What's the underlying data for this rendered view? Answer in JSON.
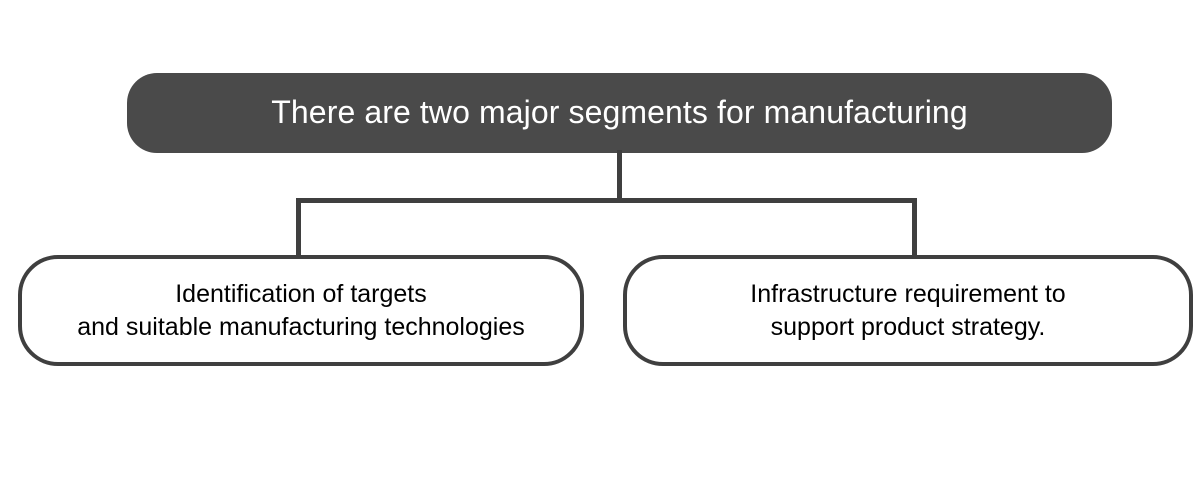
{
  "diagram": {
    "type": "org-tree",
    "background_color": "#ffffff",
    "root": {
      "label": "There are two major segments for manufacturing",
      "fill_color": "#4a4a4a",
      "text_color": "#ffffff"
    },
    "children": [
      {
        "label": "Identification of targets\nand suitable manufacturing technologies",
        "fill_color": "#ffffff",
        "border_color": "#3f3f3f",
        "text_color": "#000000"
      },
      {
        "label": "Infrastructure requirement to\nsupport product strategy.",
        "fill_color": "#ffffff",
        "border_color": "#3f3f3f",
        "text_color": "#000000"
      }
    ],
    "connector_color": "#3f3f3f"
  }
}
